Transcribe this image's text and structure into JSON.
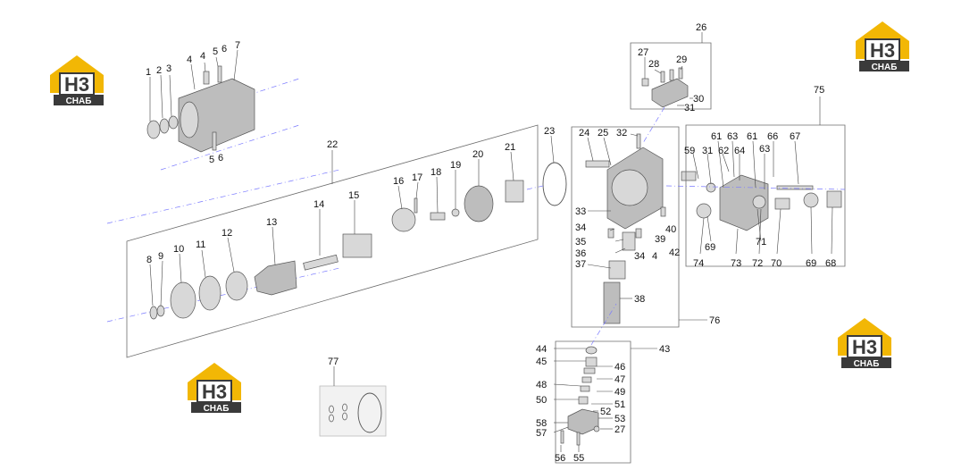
{
  "logos": [
    {
      "letters": "H3",
      "caption": "CHAБ"
    },
    {
      "letters": "H3",
      "caption": "CHAБ"
    },
    {
      "letters": "H3",
      "caption": "CHAБ"
    },
    {
      "letters": "H3",
      "caption": "CHAБ"
    }
  ],
  "colors": {
    "logo_yellow": "#f2b705",
    "logo_dark": "#3a3a3a",
    "line": "#555555",
    "axis": "#7a7aff"
  },
  "labels": {
    "n1": "1",
    "n2": "2",
    "n3": "3",
    "n4a": "4",
    "n4b": "4",
    "n5a": "5",
    "n6a": "6",
    "n7": "7",
    "n5b": "5",
    "n6b": "6",
    "n22": "22",
    "n23": "23",
    "n21": "21",
    "n20": "20",
    "n19": "19",
    "n18": "18",
    "n17": "17",
    "n16": "16",
    "n15": "15",
    "n14": "14",
    "n13": "13",
    "n12": "12",
    "n11": "11",
    "n10": "10",
    "n9": "9",
    "n8": "8",
    "n26": "26",
    "n27a": "27",
    "n28": "28",
    "n29": "29",
    "n30": "30",
    "n31a": "31",
    "n24": "24",
    "n25": "25",
    "n32": "32",
    "n33": "33",
    "n34a": "34",
    "n35": "35",
    "n36": "36",
    "n37": "37",
    "n38": "38",
    "n39": "39",
    "n40": "40",
    "n42": "42",
    "n34b": "34",
    "n4c": "4",
    "n76": "76",
    "n75": "75",
    "n59": "59",
    "n31b": "31",
    "n61a": "61",
    "n63a": "63",
    "n62": "62",
    "n64": "64",
    "n61b": "61",
    "n66": "66",
    "n67": "67",
    "n63b": "63",
    "n69a": "69",
    "n74": "74",
    "n73": "73",
    "n71": "71",
    "n72": "72",
    "n70": "70",
    "n69b": "69",
    "n68": "68",
    "n43": "43",
    "n44": "44",
    "n45": "45",
    "n46": "46",
    "n47": "47",
    "n48": "48",
    "n49": "49",
    "n50": "50",
    "n51": "51",
    "n52": "52",
    "n53": "53",
    "n58": "58",
    "n57": "57",
    "n27b": "27",
    "n56": "56",
    "n55": "55",
    "n77": "77"
  }
}
